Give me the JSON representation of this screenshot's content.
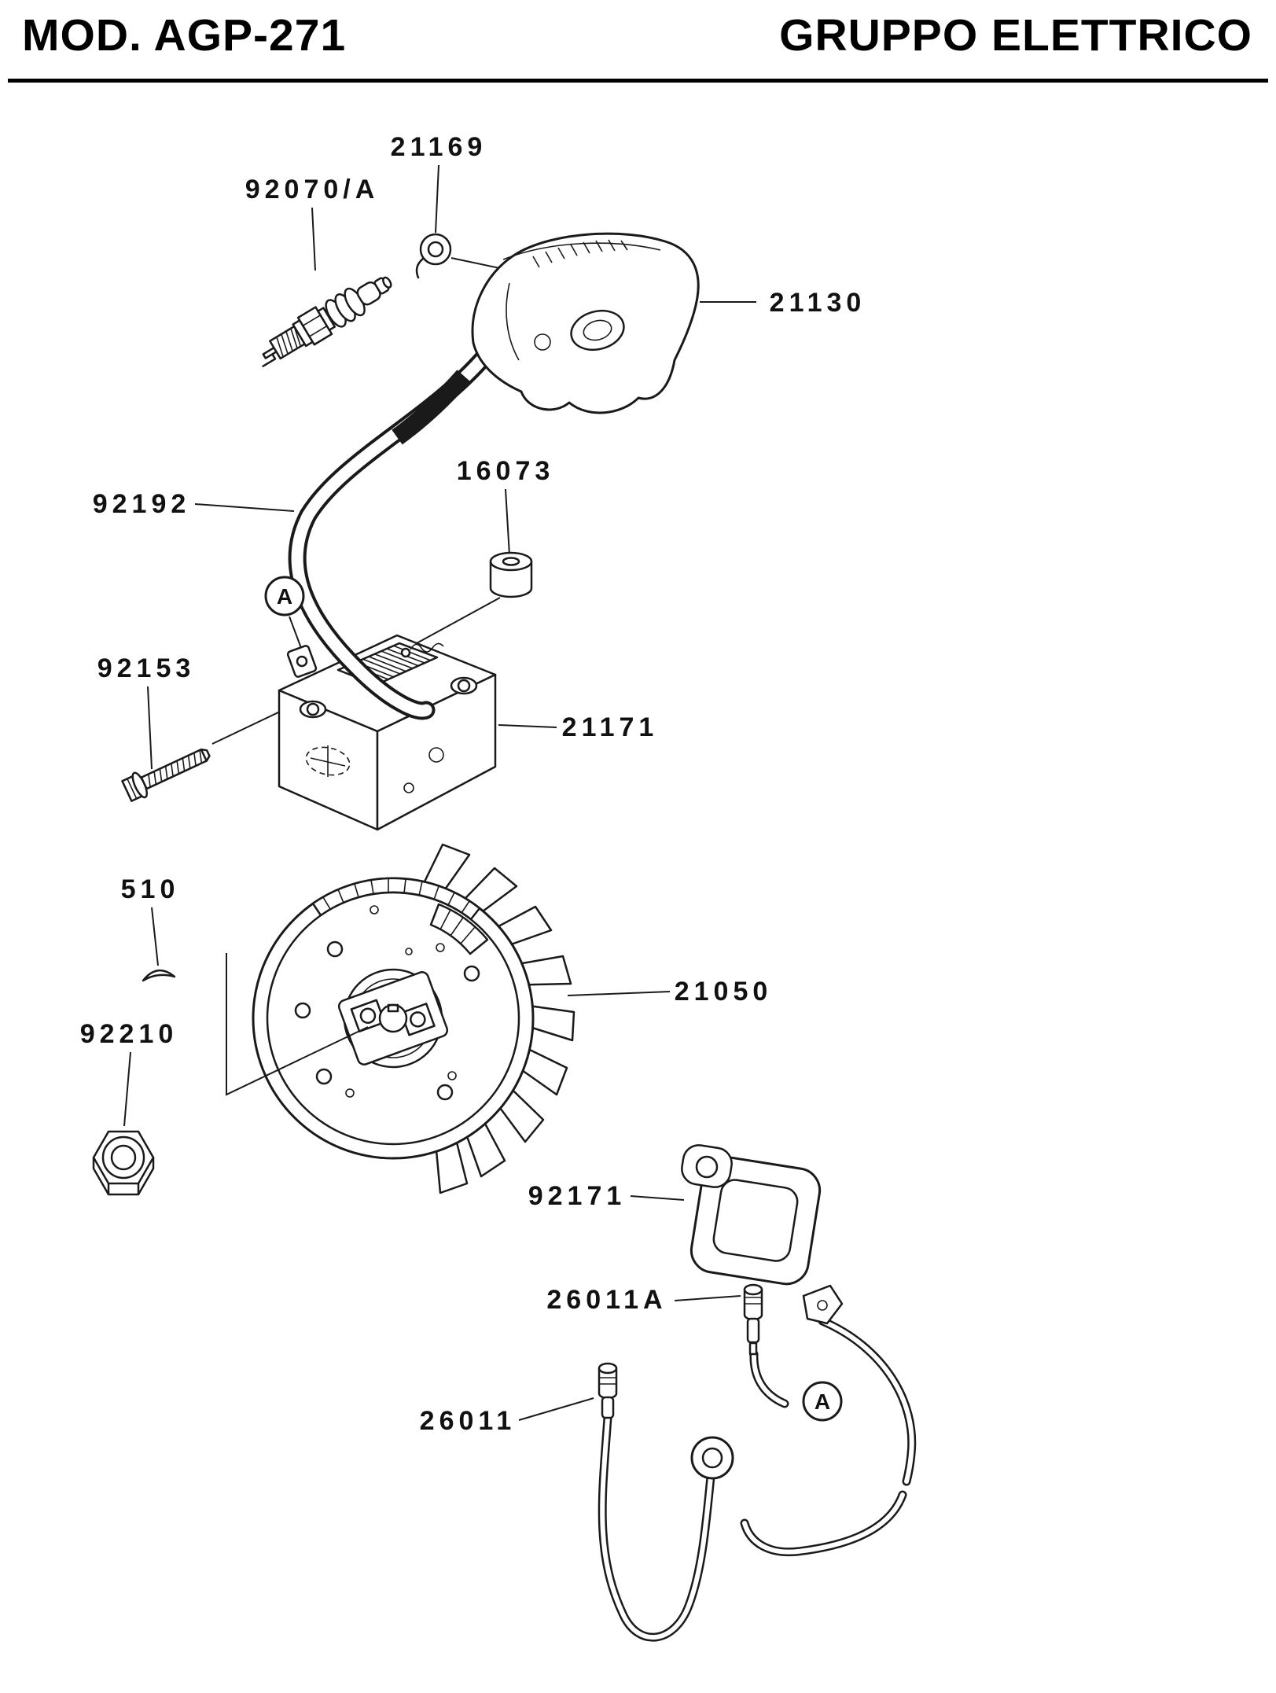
{
  "header": {
    "model": "MOD. AGP-271",
    "title": "GRUPPO ELETTRICO"
  },
  "diagram": {
    "line_color": "#1a1a1a",
    "labels": {
      "p21169": "21169",
      "p92070": "92070/A",
      "p21130": "21130",
      "p92192": "92192",
      "p16073": "16073",
      "p92153": "92153",
      "p21171": "21171",
      "p510": "510",
      "p21050": "21050",
      "p92210": "92210",
      "p92171": "92171",
      "p26011a": "26011A",
      "p26011": "26011",
      "callout_a": "A"
    }
  }
}
